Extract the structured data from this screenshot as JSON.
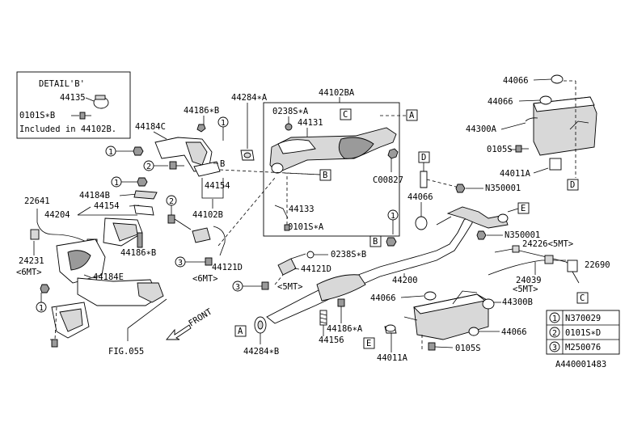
{
  "detail": {
    "title": "DETAIL'B'",
    "part_a": "44135",
    "part_b": "0101S∗B",
    "note": "Included in 44102B."
  },
  "labels": {
    "p44066_top1": "44066",
    "p44066_top2": "44066",
    "p44300A": "44300A",
    "p0105S_top": "0105S",
    "p44011A_top": "44011A",
    "p44102BA": "44102BA",
    "p0238S_A": "0238S∗A",
    "p44131": "44131",
    "p44284_A": "44284∗A",
    "p44186_B_top": "44186∗B",
    "p44184C": "44184C",
    "pB_mid": "B",
    "p44154_mid": "44154",
    "p44102B": "44102B",
    "pC00827": "C00827",
    "p44133": "44133",
    "p0101S_A": "0101S∗A",
    "pN350001_a": "N350001",
    "pN350001_b": "N350001",
    "p44066_mid": "44066",
    "p24226": "24226<5MT>",
    "p22690": "22690",
    "p24039": "24039",
    "p24039_5mt": "<5MT>",
    "p22641": "22641",
    "p44184B": "44184B",
    "p44204": "44204",
    "p44154_left": "44154",
    "p44186_B_left": "44186∗B",
    "p24231": "24231",
    "p24231_6mt": "<6MT>",
    "p44184E": "44184E",
    "p44121D_6": "44121D",
    "p6MT": "<6MT>",
    "p0238S_B": "0238S∗B",
    "p44121D_5": "44121D",
    "p5MT": "<5MT>",
    "p44200": "44200",
    "p44066_low": "44066",
    "p44300B": "44300B",
    "p44066_low2": "44066",
    "p44186_A": "44186∗A",
    "p44156": "44156",
    "p44284_B": "44284∗B",
    "p44011A_low": "44011A",
    "p0105S_low": "0105S",
    "pFIG055": "FIG.055",
    "pFRONT": "FRONT"
  },
  "letter_tags": {
    "A": "A",
    "B": "B",
    "C": "C",
    "D": "D",
    "E": "E"
  },
  "circle_tags": {
    "one": "1",
    "two": "2",
    "three": "3"
  },
  "legend": [
    {
      "num": "1",
      "part": "N370029"
    },
    {
      "num": "2",
      "part": "0101S∗D"
    },
    {
      "num": "3",
      "part": "M250076"
    }
  ],
  "diagram_id": "A440001483"
}
